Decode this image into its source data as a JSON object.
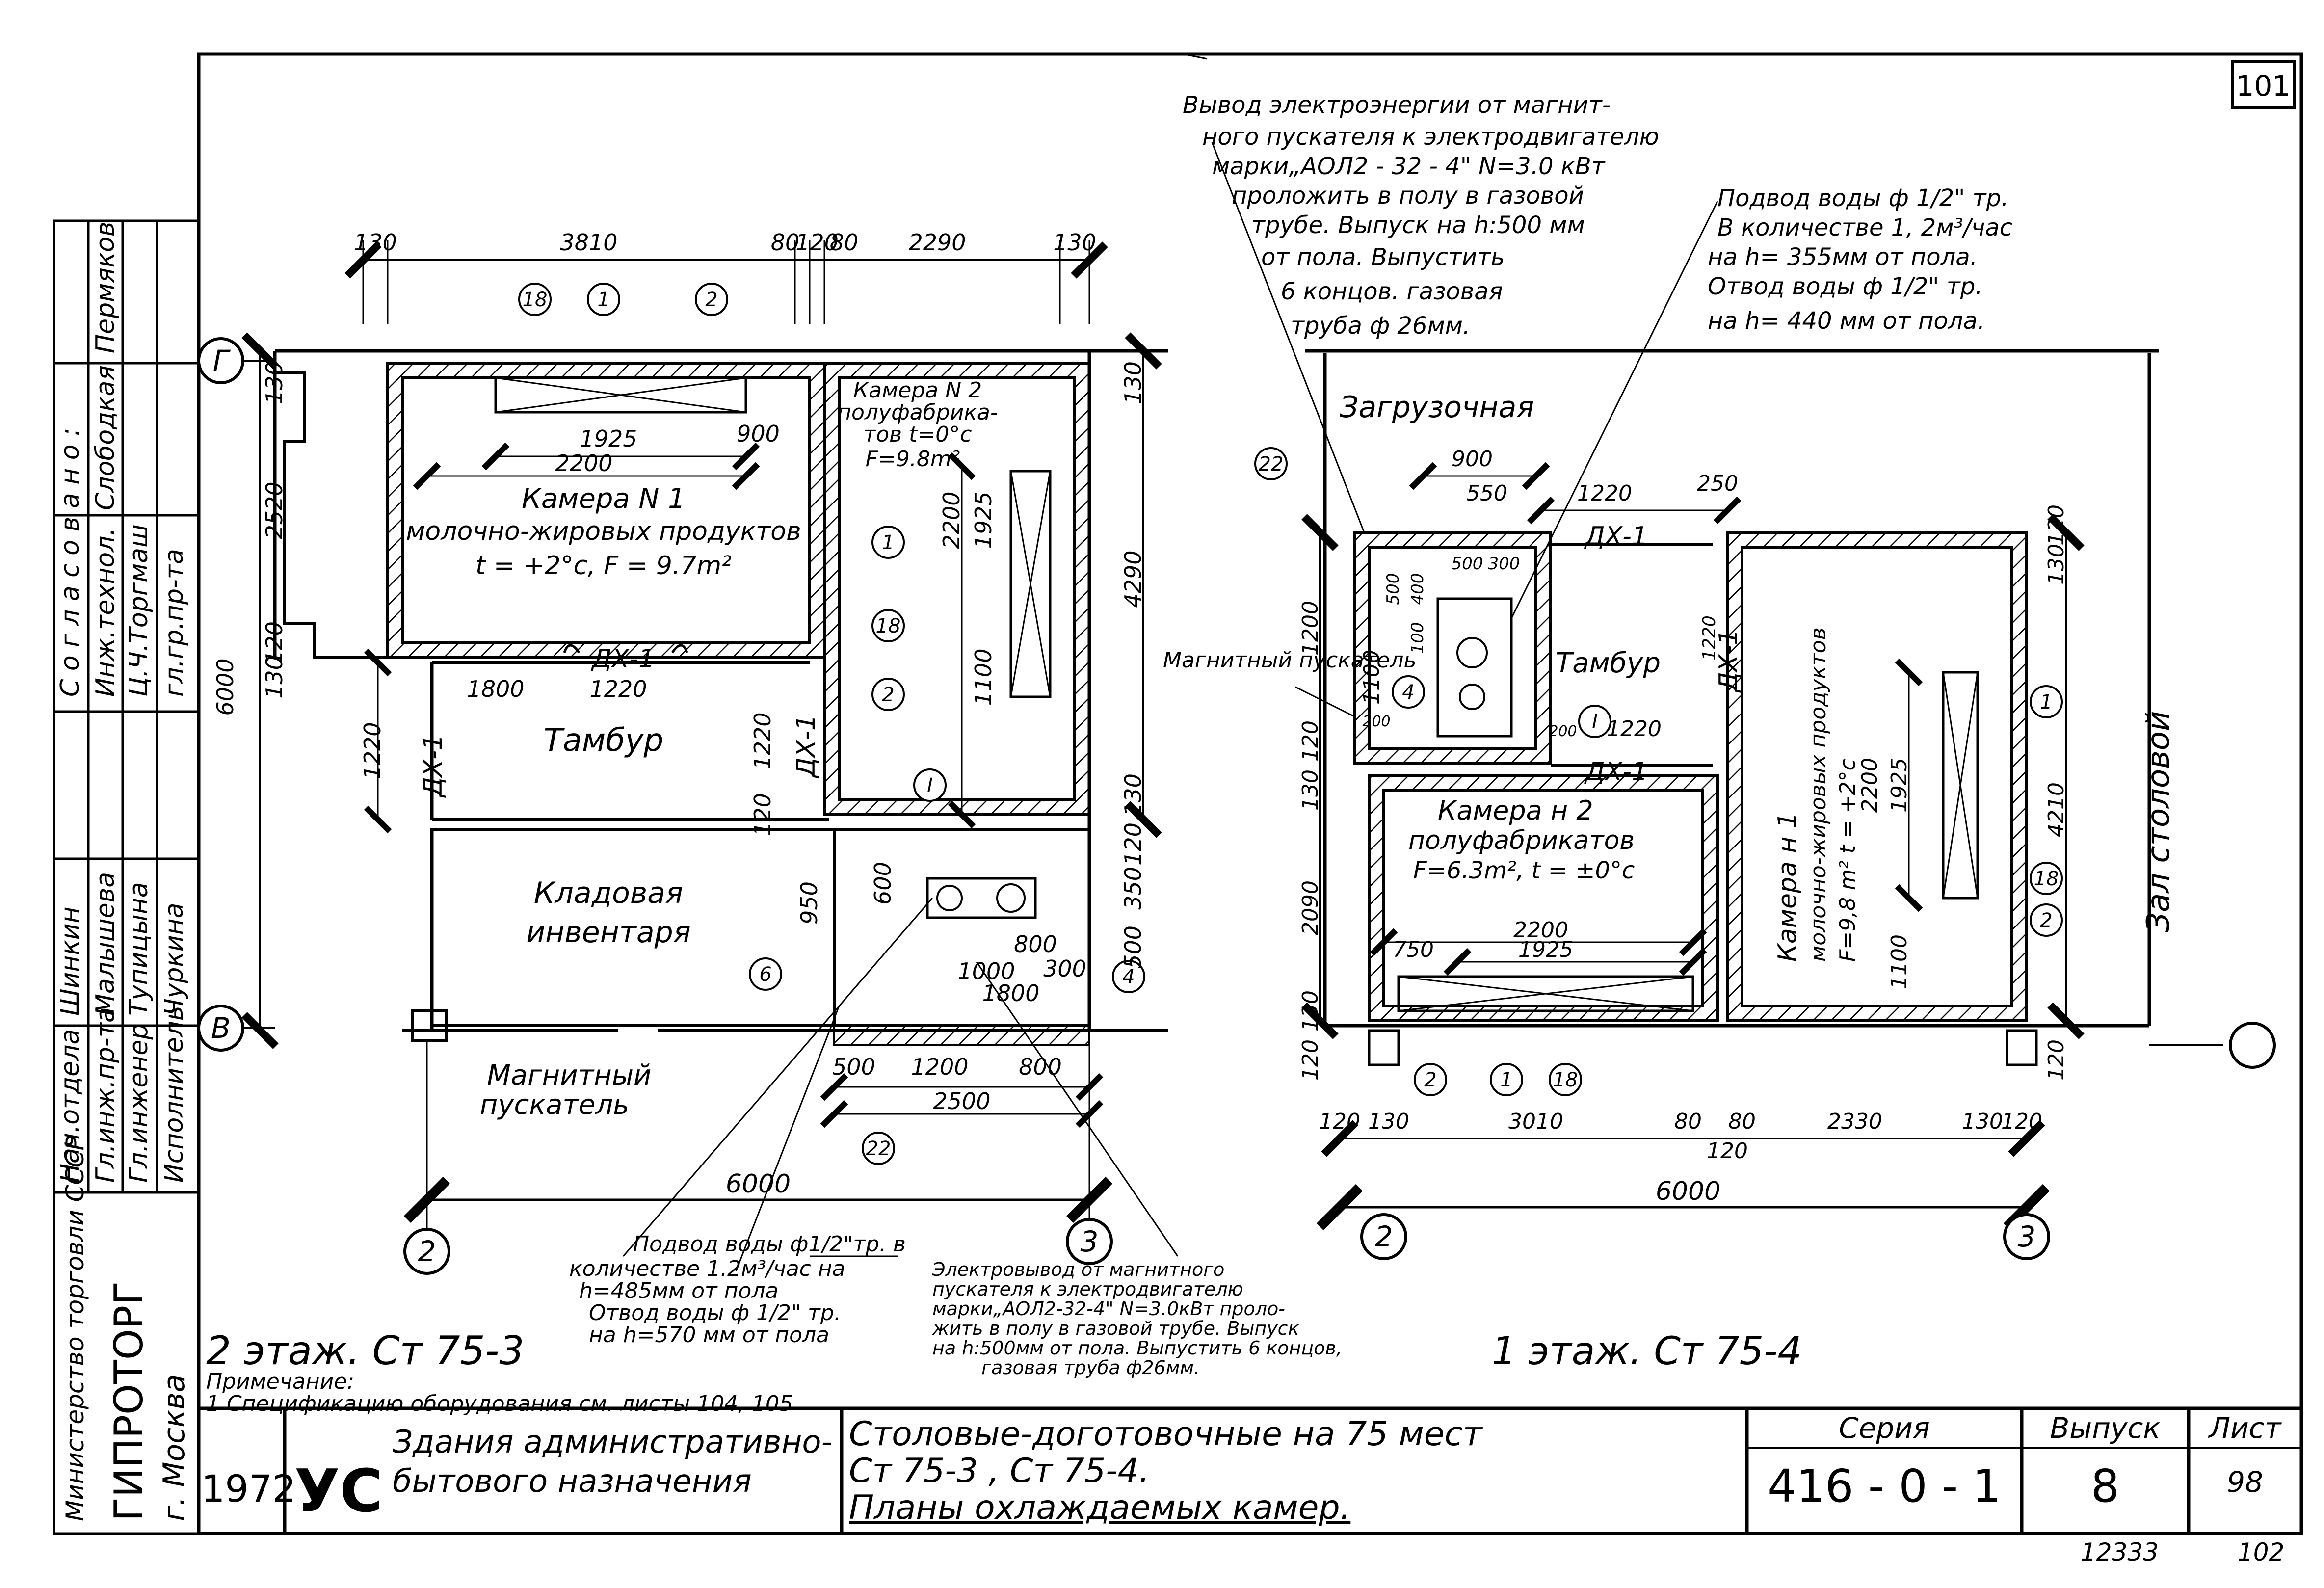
{
  "sheet": {
    "corner_number": "101",
    "bottom_code": "12333",
    "bottom_page": "102"
  },
  "side_stamp": {
    "agreed_title": "С о г л а с о в а н о :",
    "rows": [
      {
        "role": "Инж.технол.",
        "org": "Слободкая",
        "sign": "Пермяков"
      },
      {
        "role": "Ц.Ч.Торгмаш",
        "org": "",
        "sign": ""
      },
      {
        "role": "гл.гр.пр-та",
        "org": "",
        "sign": ""
      }
    ],
    "staff": [
      {
        "role": "Нач.отдела",
        "name": "Шинкин"
      },
      {
        "role": "Гл.инж.пр-та",
        "name": "Малышева"
      },
      {
        "role": "Гл.инженер",
        "name": "Тупицына"
      },
      {
        "role": "Исполнитель",
        "name": "Чуркина"
      }
    ],
    "ministry": "Министерство торговли СССР",
    "org": "ГИПРОТОРГ",
    "city": "г. Москва"
  },
  "plan_left": {
    "dims_top": [
      "130",
      "3810",
      "80",
      "120",
      "80",
      "2290",
      "130"
    ],
    "dims_inner": [
      "1925",
      "2200",
      "900"
    ],
    "dims_left": [
      "130",
      "2520",
      "120",
      "130",
      "1220",
      "6000"
    ],
    "dims_right": [
      "130",
      "4290",
      "130",
      "950",
      "600"
    ],
    "dims_mid": [
      "2200",
      "1925",
      "1100",
      "1220",
      "120",
      "1800",
      "1220"
    ],
    "dims_bottom": [
      "500",
      "1200",
      "800",
      "2500",
      "1000",
      "1800",
      "300",
      "800",
      "500",
      "350",
      "120",
      "6000"
    ],
    "rooms": {
      "cam1_name": "Камера N 1",
      "cam1_desc": "молочно-жировых продуктов",
      "cam1_params": "t = +2°c,  F = 9.7m²",
      "cam2_name": "Камера N 2",
      "cam2_desc": "полуфабрика-",
      "cam2_desc2": "тов  t=0°c",
      "cam2_area": "F=9.8m²",
      "tambur": "Тамбур",
      "store1": "Кладовая",
      "store2": "инвентаря",
      "starter1": "Магнитный",
      "starter2": "пускатель",
      "door1": "ДХ-1",
      "door2": "ДХ-1",
      "door3": "ДХ-1"
    },
    "axes": [
      "Г",
      "В",
      "2",
      "3"
    ],
    "callouts": [
      "18",
      "1",
      "2",
      "1",
      "18",
      "2",
      "I",
      "4",
      "6",
      "22"
    ],
    "note_water": [
      "Подвод воды ф1/2\"тр. в",
      "количестве 1.2м³/час на",
      "h=485мм от пола",
      "Отвод воды ф 1/2\" тр.",
      "на h=570 мм от пола"
    ],
    "note_power": [
      "Электровывод от магнитного",
      "пускателя к электродвигателю",
      "марки„АОЛ2-32-4\" N=3.0кВт проло-",
      "жить в полу в газовой трубе. Выпуск",
      "на h:500мм от пола. Выпустить 6 концов,",
      "газовая труба ф26мм."
    ],
    "caption": "2 этаж. Ст 75-3",
    "note_title": "Примечание:",
    "note_text": "1 Спецификацию оборудования   см. листы  104, 105"
  },
  "plan_right": {
    "note_power": [
      "Вывод электроэнергии от магнит-",
      "ного пускателя к электродвигателю",
      "марки„АОЛ2 - 32 - 4\" N=3.0 кВт",
      "проложить в полу в газовой",
      "трубе. Выпуск на h:500 мм",
      "от пола. Выпустить",
      "6 концов. газовая",
      "труба ф 26мм."
    ],
    "note_water": [
      "Подвод воды ф 1/2\" тр.",
      "В количестве 1, 2м³/час",
      "на h= 355мм от пола.",
      "Отвод воды ф 1/2\" тр.",
      "на  h= 440 мм от пола."
    ],
    "rooms": {
      "loading": "Загрузочная",
      "hall": "Зал столовой",
      "tambur": "Тамбур",
      "cam2_name": "Камера н 2",
      "cam2_desc": "полуфабрикатов",
      "cam2_params": "F=6.3m²,  t = ±0°c",
      "cam1_name": "Камера н 1",
      "cam1_desc": "молочно-жировых продуктов",
      "cam1_params": "F=9,8 m²   t = +2°c",
      "starter": "Магнитный пускатель",
      "door1": "ДХ-1",
      "door2": "ДХ-1",
      "door3": "ДХ-1"
    },
    "dims_top": [
      "900",
      "550",
      "1220",
      "250",
      "500",
      "300",
      "400",
      "100"
    ],
    "dims_left": [
      "1200",
      "1100",
      "500",
      "130",
      "120",
      "2090",
      "130",
      "120"
    ],
    "dims_right": [
      "120",
      "130",
      "4210",
      "2200",
      "1925",
      "1100",
      "120"
    ],
    "dims_mid": [
      "1220",
      "1220",
      "200",
      "200",
      "2200",
      "1925",
      "750"
    ],
    "dims_bottom": [
      "120",
      "130",
      "3010",
      "80",
      "80",
      "2330",
      "130",
      "120",
      "120",
      "6000"
    ],
    "axes": [
      "2",
      "3"
    ],
    "callouts": [
      "22",
      "4",
      "I",
      "1",
      "18",
      "2",
      "2",
      "1",
      "18"
    ],
    "caption": "1 этаж. Ст 75-4"
  },
  "title_block": {
    "year": "1972",
    "logo": "УС",
    "category_1": "Здания административно-",
    "category_2": "бытового назначения",
    "title_1": "Столовые-доготовочные на 75 мест",
    "title_2": "Ст  75-3 ,  Ст 75-4.",
    "title_3": "Планы охлаждаемых камер.",
    "series_label": "Серия",
    "series_value": "416 - 0 - 1",
    "issue_label": "Выпуск",
    "issue_value": "8",
    "sheet_label": "Лист",
    "sheet_value": "98"
  },
  "colors": {
    "ink": "#000000",
    "paper": "#ffffff"
  }
}
